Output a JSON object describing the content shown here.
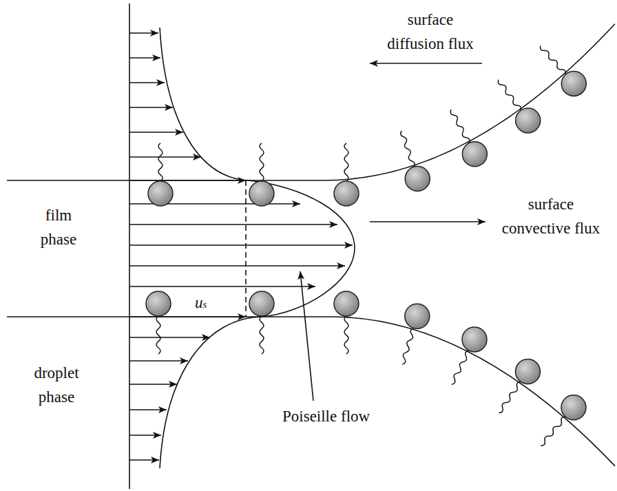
{
  "diagram": {
    "labels": [
      "surface diffusion flux",
      "surface convective flux",
      "film phase",
      "droplet phase",
      "us",
      "Poiseille flow"
    ]
  }
}
